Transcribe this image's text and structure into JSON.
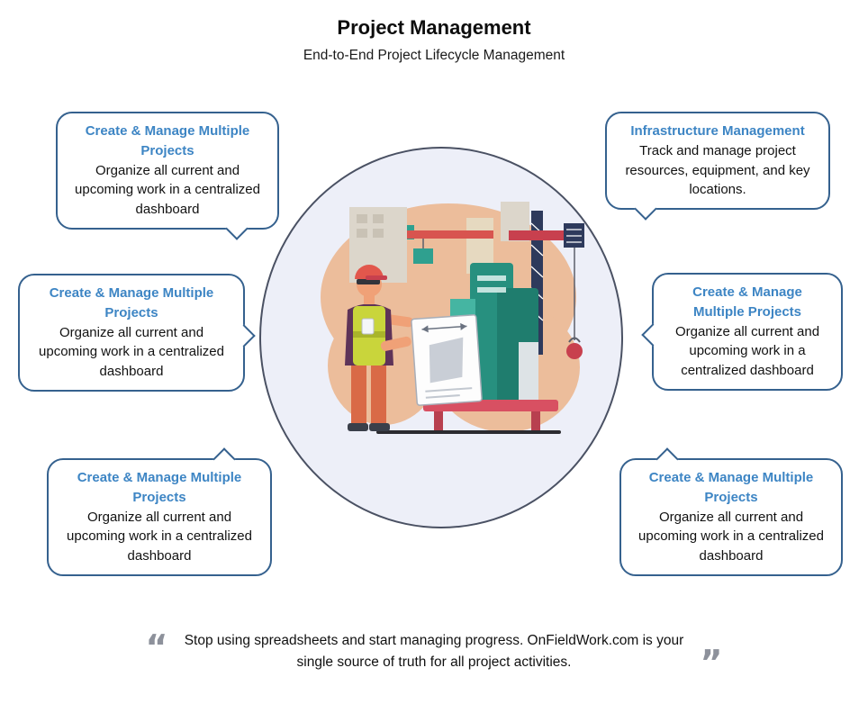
{
  "header": {
    "title": "Project Management",
    "subtitle": "End-to-End Project Lifecycle Management"
  },
  "callouts": [
    {
      "position": "top-left",
      "title": "Create & Manage Multiple Projects",
      "body": "Organize all current and upcoming work in a centralized dashboard"
    },
    {
      "position": "top-right",
      "title": "Infrastructure Management",
      "body": "Track and manage project resources, equipment, and key locations."
    },
    {
      "position": "middle-left",
      "title": "Create & Manage Multiple Projects",
      "body": "Organize all current and upcoming work in a centralized dashboard"
    },
    {
      "position": "middle-right",
      "title": "Create & Manage Multiple Projects",
      "body": "Organize all current and upcoming work in a centralized dashboard"
    },
    {
      "position": "bottom-left",
      "title": "Create & Manage Multiple Projects",
      "body": "Organize all current and upcoming work in a centralized dashboard"
    },
    {
      "position": "bottom-right",
      "title": "Create & Manage Multiple Projects",
      "body": "Organize all current and upcoming work in a centralized dashboard"
    }
  ],
  "quote": {
    "open_mark": "“",
    "text": "Stop using spreadsheets and start managing progress. OnFieldWork.com is your single source of truth for all project activities.",
    "close_mark": "”"
  },
  "illustration": {
    "name": "construction-worker-with-blueprint-and-cranes"
  },
  "colors": {
    "heading_blue": "#3D85C4",
    "border_blue": "#35618E",
    "circle_fill": "#EDEFF8",
    "blob_tan": "#ECBD9B",
    "teal": "#27907F",
    "crane_red": "#C8404E"
  }
}
